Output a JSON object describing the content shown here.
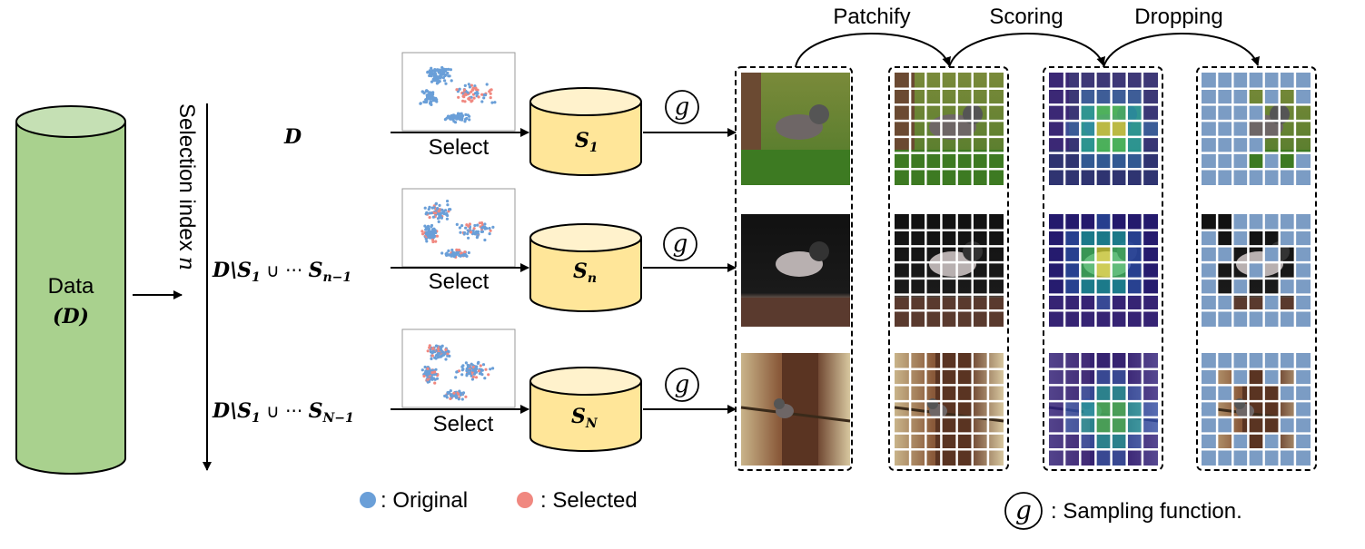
{
  "data_cylinder": {
    "label": "Data",
    "sublabel": "(D)"
  },
  "axis": {
    "label": "Selection index",
    "var": "n"
  },
  "rows": [
    {
      "set_expr": [
        "D"
      ],
      "select_label": "Select",
      "subset": {
        "base": "S",
        "sub": "1"
      },
      "g": "g"
    },
    {
      "set_expr": [
        "D",
        "\\",
        "S",
        "1",
        " ∪ ··· ",
        "S",
        "n−1"
      ],
      "select_label": "Select",
      "subset": {
        "base": "S",
        "sub": "n"
      },
      "g": "g"
    },
    {
      "set_expr": [
        "D",
        "\\",
        "S",
        "1",
        " ∪ ··· ",
        "S",
        "N−1"
      ],
      "select_label": "Select",
      "subset": {
        "base": "S",
        "sub": "N"
      },
      "g": "g"
    }
  ],
  "stages": [
    "Patchify",
    "Scoring",
    "Dropping"
  ],
  "legend": {
    "original": ": Original",
    "selected": ": Selected",
    "sampling_symbol": "g",
    "sampling": ": Sampling function."
  },
  "colors": {
    "cylinder_green": "#a9d18e",
    "cylinder_yellow": "#ffe699",
    "original_dot": "#6a9fd8",
    "selected_dot": "#f08880",
    "drop_patch": "#7b9cc4",
    "grid_line": "#ffffff"
  }
}
